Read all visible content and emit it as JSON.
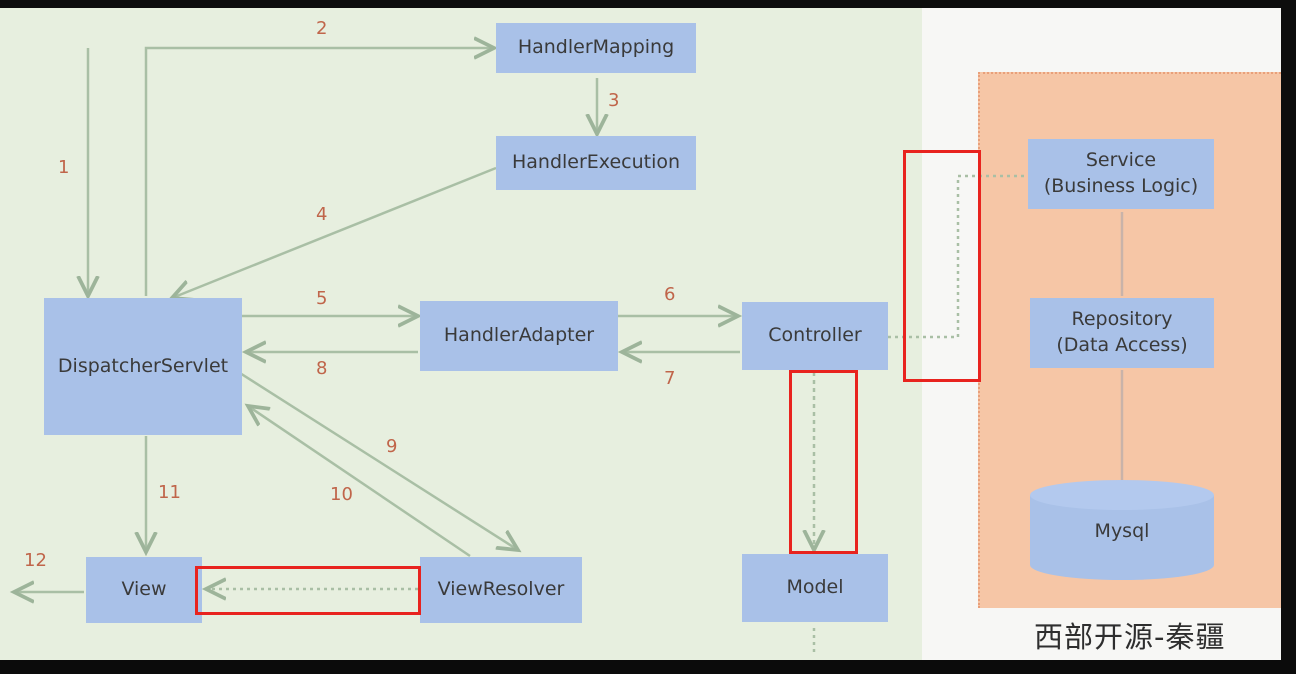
{
  "nodes": {
    "handler_mapping": "HandlerMapping",
    "handler_execution": "HandlerExecution",
    "dispatcher_servlet": "DispatcherServlet",
    "handler_adapter": "HandlerAdapter",
    "controller": "Controller",
    "view": "View",
    "view_resolver": "ViewResolver",
    "model": "Model",
    "service_line1": "Service",
    "service_line2": "(Business Logic)",
    "repository_line1": "Repository",
    "repository_line2": "(Data Access)",
    "mysql": "Mysql"
  },
  "step_numbers": [
    "1",
    "2",
    "3",
    "4",
    "5",
    "6",
    "7",
    "8",
    "9",
    "10",
    "11",
    "12"
  ],
  "watermark": "西部开源-秦疆",
  "colors": {
    "green_panel": "#e7efdf",
    "node_fill": "#a9c1e8",
    "orange_panel": "#f6c6a6",
    "highlight_red": "#e8231e",
    "step_number": "#c0654a"
  }
}
